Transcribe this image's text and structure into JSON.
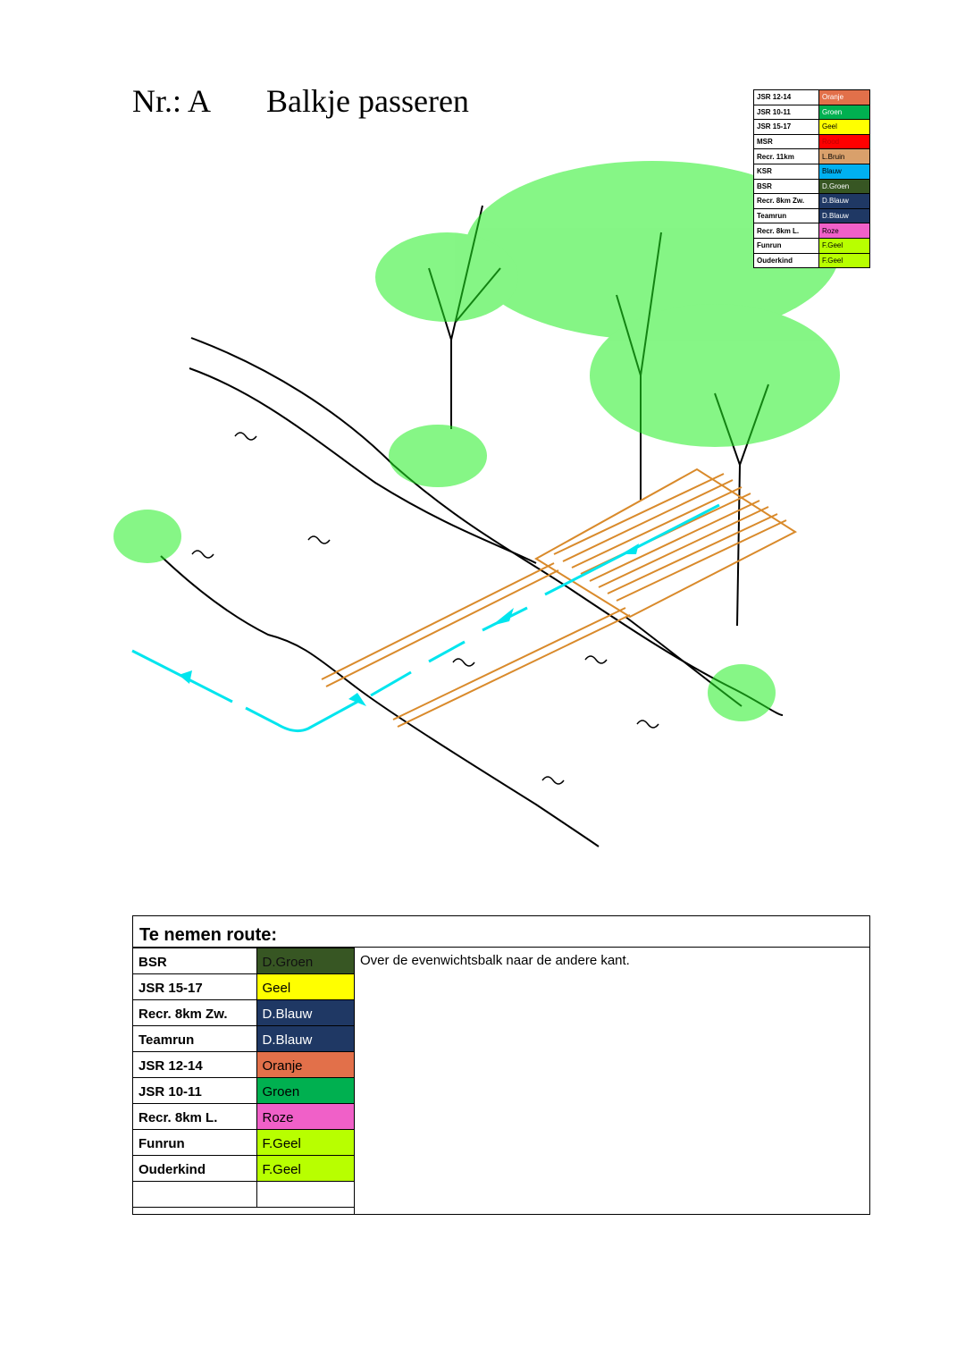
{
  "header": {
    "number": "Nr.: A",
    "title": "Balkje passeren"
  },
  "legend": [
    {
      "route": "JSR 12-14",
      "color_name": "Oranje",
      "color": "#e2704a",
      "text_color": "#fff"
    },
    {
      "route": "JSR 10-11",
      "color_name": "Groen",
      "color": "#00b050",
      "text_color": "#fff"
    },
    {
      "route": "JSR 15-17",
      "color_name": "Geel",
      "color": "#ffff00",
      "text_color": "#000"
    },
    {
      "route": "MSR",
      "color_name": "Rood",
      "color": "#ff0000",
      "text_color": "#c00000"
    },
    {
      "route": "Recr. 11km",
      "color_name": "L.Bruin",
      "color": "#d9a06b",
      "text_color": "#000"
    },
    {
      "route": "KSR",
      "color_name": "Blauw",
      "color": "#00b0f0",
      "text_color": "#000"
    },
    {
      "route": "BSR",
      "color_name": "D.Groen",
      "color": "#375623",
      "text_color": "#fff"
    },
    {
      "route": "Recr. 8km Zw.",
      "color_name": "D.Blauw",
      "color": "#1f3864",
      "text_color": "#fff"
    },
    {
      "route": "Teamrun",
      "color_name": "D.Blauw",
      "color": "#1f3864",
      "text_color": "#fff"
    },
    {
      "route": "Recr. 8km L.",
      "color_name": "Roze",
      "color": "#f060c8",
      "text_color": "#000"
    },
    {
      "route": "Funrun",
      "color_name": "F.Geel",
      "color": "#b8ff00",
      "text_color": "#000"
    },
    {
      "route": "Ouderkind",
      "color_name": "F.Geel",
      "color": "#b8ff00",
      "text_color": "#000"
    }
  ],
  "route_table": {
    "heading": "Te nemen route:",
    "description": "Over de evenwichtsbalk naar de andere kant.",
    "rows": [
      {
        "route": "BSR",
        "color_name": "D.Groen",
        "color": "#375623",
        "text_color": "#111"
      },
      {
        "route": "JSR 15-17",
        "color_name": "Geel",
        "color": "#ffff00",
        "text_color": "#000"
      },
      {
        "route": "Recr. 8km Zw.",
        "color_name": "D.Blauw",
        "color": "#1f3864",
        "text_color": "#fff"
      },
      {
        "route": "Teamrun",
        "color_name": "D.Blauw",
        "color": "#1f3864",
        "text_color": "#fff"
      },
      {
        "route": "JSR 12-14",
        "color_name": "Oranje",
        "color": "#e2704a",
        "text_color": "#000"
      },
      {
        "route": "JSR 10-11",
        "color_name": "Groen",
        "color": "#00b050",
        "text_color": "#000"
      },
      {
        "route": "Recr. 8km L.",
        "color_name": "Roze",
        "color": "#f060c8",
        "text_color": "#000"
      },
      {
        "route": "Funrun",
        "color_name": "F.Geel",
        "color": "#b8ff00",
        "text_color": "#000"
      },
      {
        "route": "Ouderkind",
        "color_name": "F.Geel",
        "color": "#b8ff00",
        "text_color": "#000"
      },
      {
        "route": "",
        "color_name": "",
        "color": "#ffffff",
        "text_color": "#000"
      }
    ]
  },
  "colors": {
    "route_arrow": "#00e5ee",
    "bridge": "#d98a2b",
    "foliage": "#22ee22"
  }
}
